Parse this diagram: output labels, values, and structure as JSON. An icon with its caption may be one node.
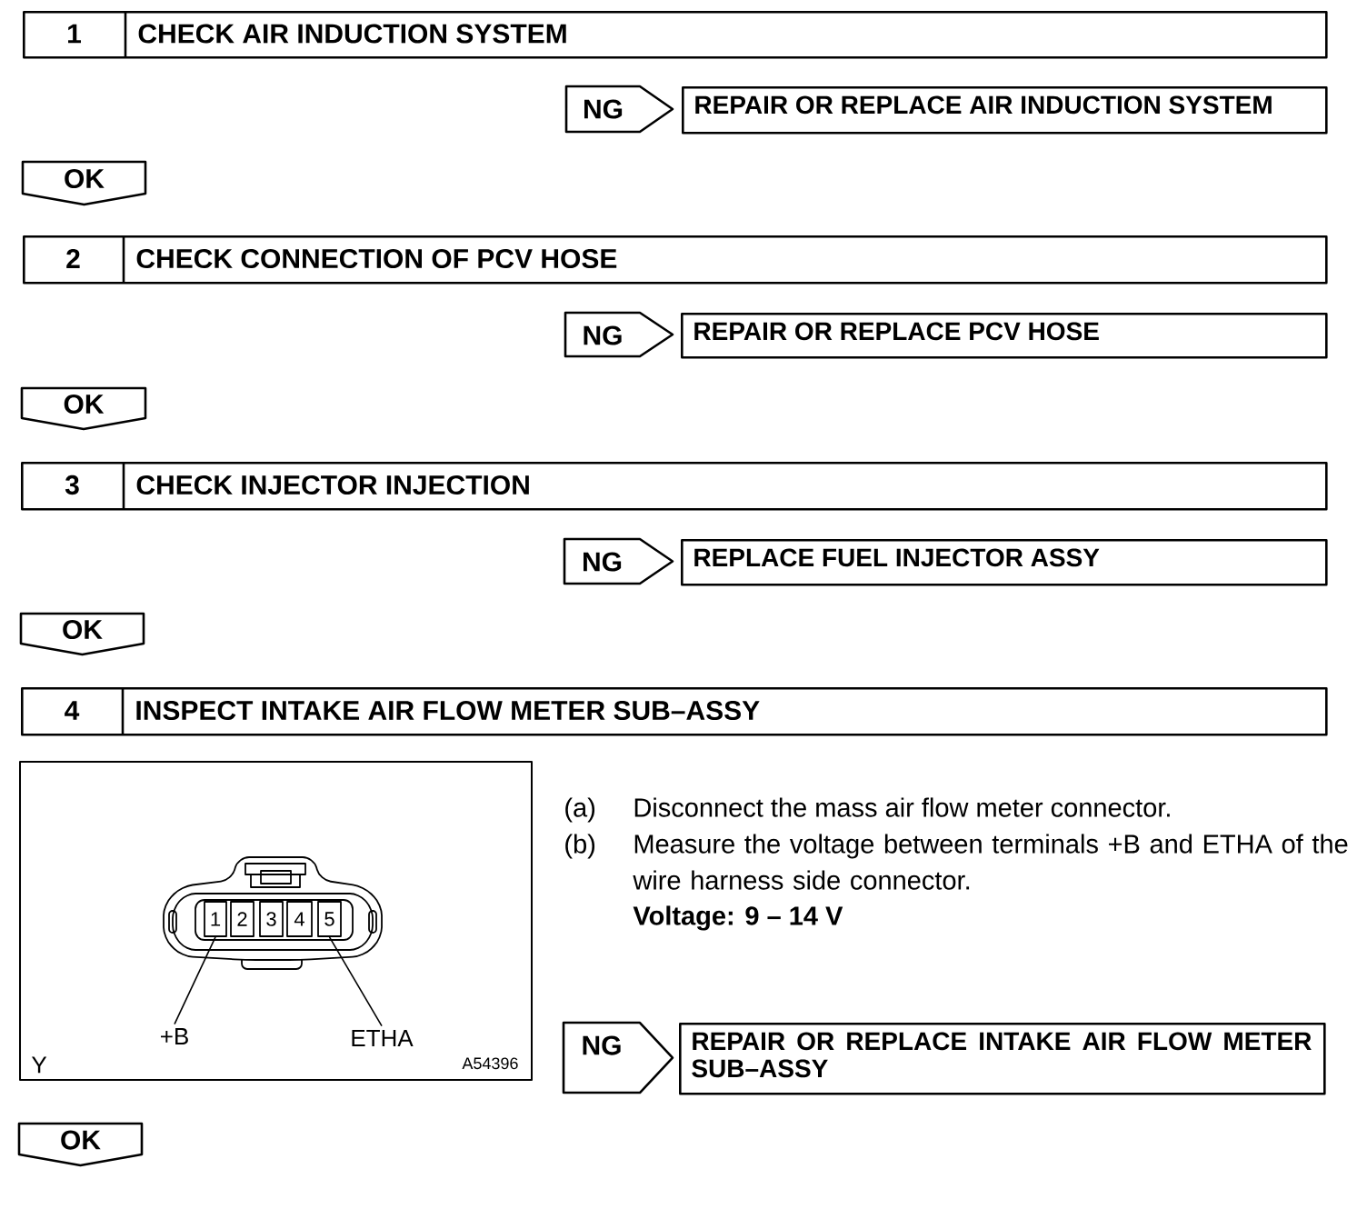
{
  "diagram": {
    "nodes": [
      {
        "text": [
          "1",
          "CHECK AIR INDUCTION SYSTEM"
        ]
      },
      {
        "text": [
          "NG"
        ]
      },
      {
        "text": [
          "REPAIR OR REPLACE AIR INDUCTION SYSTEM"
        ]
      },
      {
        "text": [
          "OK"
        ]
      },
      {
        "text": [
          "2",
          "CHECK CONNECTION OF PCV HOSE"
        ]
      },
      {
        "text": [
          "NG"
        ]
      },
      {
        "text": [
          "REPAIR OR REPLACE PCV HOSE"
        ]
      },
      {
        "text": [
          "OK"
        ]
      },
      {
        "text": [
          "3",
          "CHECK INJECTOR INJECTION"
        ]
      },
      {
        "text": [
          "NG"
        ]
      },
      {
        "text": [
          "REPLACE FUEL INJECTOR ASSY"
        ]
      },
      {
        "text": [
          "OK"
        ]
      },
      {
        "text": [
          "4",
          "INSPECT INTAKE AIR FLOW METER SUB–ASSY"
        ]
      },
      {
        "text": [
          "1"
        ]
      },
      {
        "text": [
          "2"
        ]
      },
      {
        "text": [
          "3"
        ]
      },
      {
        "text": [
          "4"
        ]
      },
      {
        "text": [
          "5"
        ]
      },
      {
        "text": [
          "+B"
        ]
      },
      {
        "text": [
          "ETHA"
        ]
      },
      {
        "text": [
          "NG"
        ]
      },
      {
        "text": [
          "REPAIR OR REPLACE INTAKE AIR FLOW METER SUB–ASSY"
        ]
      },
      {
        "text": [
          "OK"
        ]
      }
    ],
    "edges": [
      {
        "from": 18,
        "to": 13,
        "arrow": "none"
      },
      {
        "from": 19,
        "to": 17,
        "arrow": "none"
      }
    ],
    "labels": [
      "(a)",
      "Disconnect the mass air flow meter connector.",
      "(b)",
      "Measure the voltage between terminals +B and ETHA of the wire harness side connector.",
      "Voltage: 9 – 14 V",
      "Y",
      "A54396"
    ]
  }
}
